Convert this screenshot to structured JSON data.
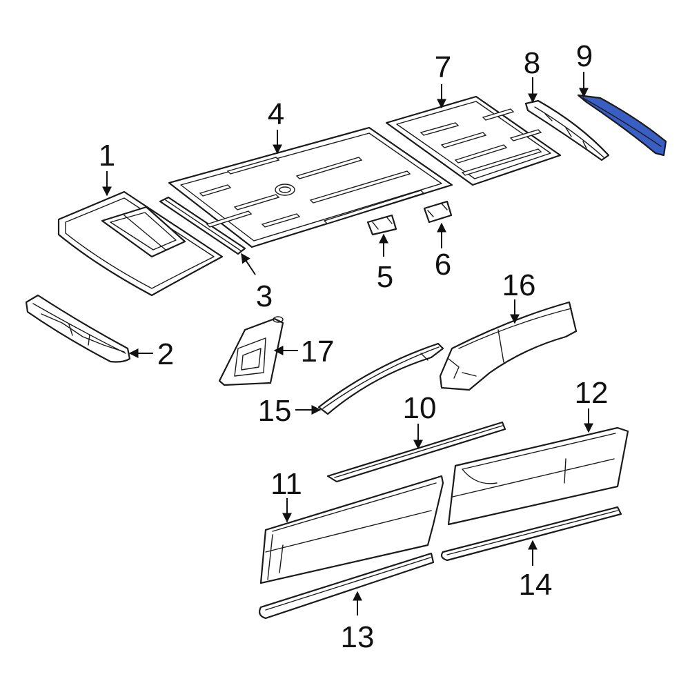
{
  "highlight_color": "#3a5fc4",
  "callouts": [
    {
      "label": "1"
    },
    {
      "label": "2"
    },
    {
      "label": "3"
    },
    {
      "label": "4"
    },
    {
      "label": "5"
    },
    {
      "label": "6"
    },
    {
      "label": "7"
    },
    {
      "label": "8"
    },
    {
      "label": "9"
    },
    {
      "label": "10"
    },
    {
      "label": "11"
    },
    {
      "label": "12"
    },
    {
      "label": "13"
    },
    {
      "label": "14"
    },
    {
      "label": "15"
    },
    {
      "label": "16"
    },
    {
      "label": "17"
    }
  ],
  "highlighted_part": "9"
}
